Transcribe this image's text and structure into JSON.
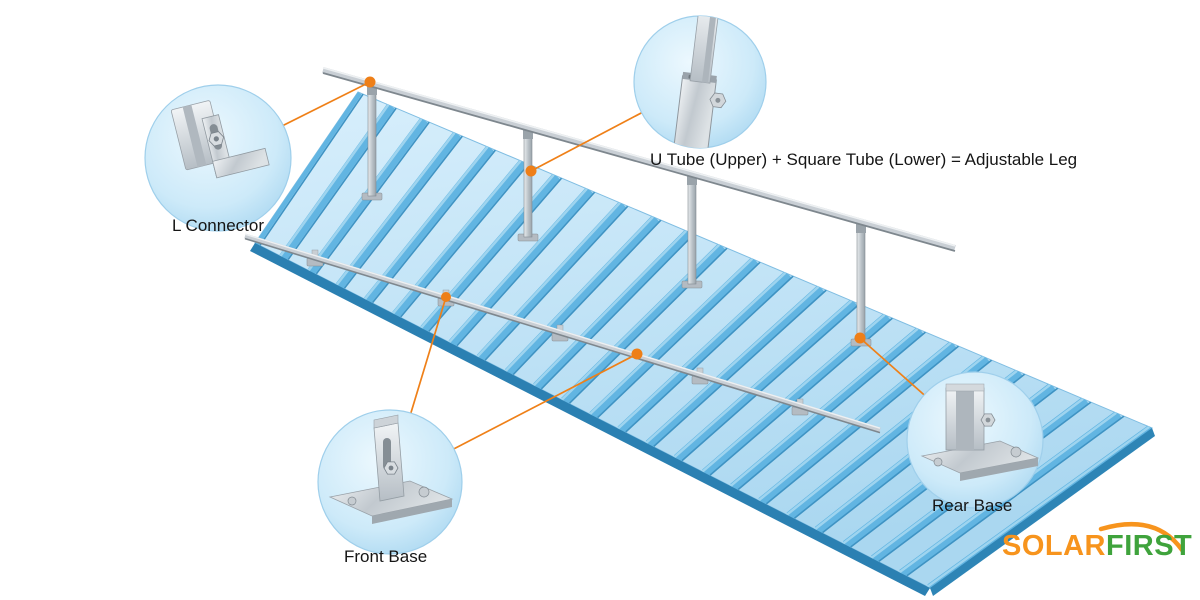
{
  "callouts": {
    "l_connector": {
      "label": "L Connector"
    },
    "adjustable_leg": {
      "label": "U Tube (Upper) + Square Tube (Lower) = Adjustable Leg"
    },
    "front_base": {
      "label": "Front Base"
    },
    "rear_base": {
      "label": "Rear Base"
    }
  },
  "logo": {
    "word1": "SOLAR",
    "word2": "FIRST",
    "word1_color": "#F7941D",
    "word2_color": "#3FA33C"
  },
  "colors": {
    "accent_orange": "#EF8018",
    "roof_base": "#C9E8F9",
    "roof_rib": "#62B5E2",
    "roof_edge": "#2B80B2",
    "callout_fill": "#CBE9F9",
    "metal_gray": "#C6CDD3"
  },
  "icons": {
    "callout_dot": "orange marker dot",
    "callout_circle": "magnified detail circle"
  }
}
